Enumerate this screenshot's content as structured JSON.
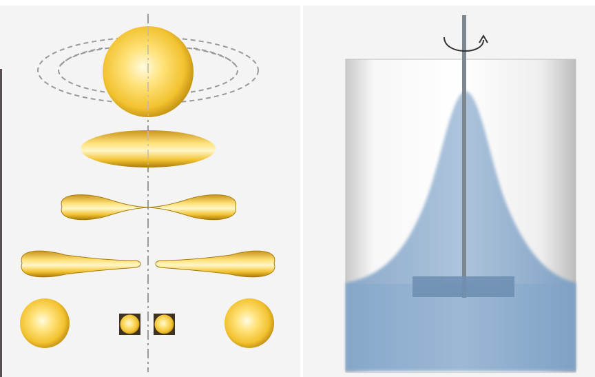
{
  "figure": {
    "left_panel": {
      "content": "rotating-drop-shape-sequence",
      "background": "#f4f4f4",
      "drop_color": "#f2c230",
      "drop_highlight": "#fff6c8",
      "drop_shadow": "#b8860b",
      "axis_color": "#999999",
      "orbit_color": "#999999",
      "stages": [
        "sphere",
        "oblate-ellipsoid",
        "dumbbell",
        "pinching-dumbbell",
        "fragmented-droplets"
      ]
    },
    "right_panel": {
      "content": "rotating-container-liquid-profile",
      "container_color": "#e6e6e6",
      "liquid_color": "#7fa3c9",
      "shaft_color": "#7d8790",
      "impeller_color": "#6f8fb3",
      "rotation_arrow": "curved-arrow-icon"
    }
  }
}
